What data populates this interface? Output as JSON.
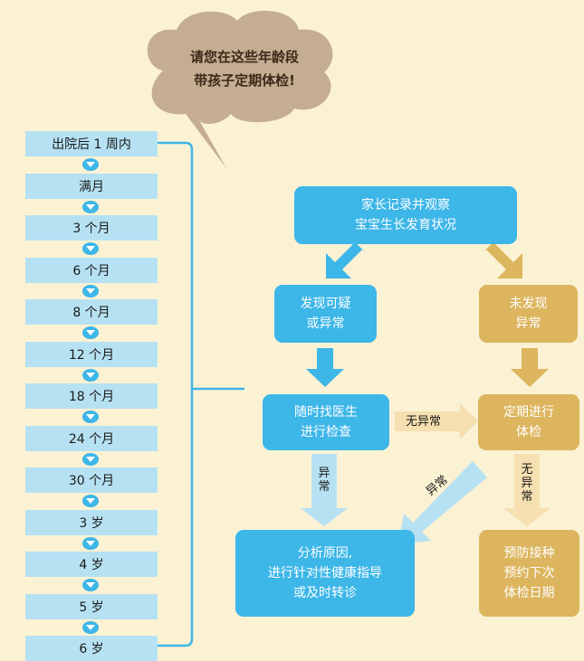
{
  "cloud": {
    "line1": "请您在这些年龄段",
    "line2": "带孩子定期体检!"
  },
  "ages": [
    "出院后 1 周内",
    "满月",
    "3 个月",
    "6 个月",
    "8 个月",
    "12 个月",
    "18 个月",
    "24 个月",
    "30 个月",
    "3 岁",
    "4 岁",
    "5 岁",
    "6 岁"
  ],
  "flow": {
    "observe": {
      "line1": "家长记录并观察",
      "line2": "宝宝生长发育状况"
    },
    "suspicious": {
      "line1": "发现可疑",
      "line2": "或异常"
    },
    "not_found": {
      "line1": "未发现",
      "line2": "异常"
    },
    "see_doctor": {
      "line1": "随时找医生",
      "line2": "进行检查"
    },
    "regular_check": {
      "line1": "定期进行",
      "line2": "体检"
    },
    "analyze": {
      "line1": "分析原因,",
      "line2": "进行针对性健康指导",
      "line3": "或及时转诊"
    },
    "prevent": {
      "line1": "预防接种",
      "line2": "预约下次",
      "line3": "体检日期"
    }
  },
  "labels": {
    "no_abnormal_h": "无异常",
    "abnormal_down_1": "异",
    "abnormal_down_2": "常",
    "abnormal_diag": "异常",
    "no_abnormal_v1": "无",
    "no_abnormal_v2": "异",
    "no_abnormal_v3": "常"
  },
  "colors": {
    "background": "#fbf2d4",
    "blue": "#3db6e8",
    "gold": "#dcb55e",
    "light_blue": "#b6e1f2",
    "cloud": "#c4ad91"
  }
}
